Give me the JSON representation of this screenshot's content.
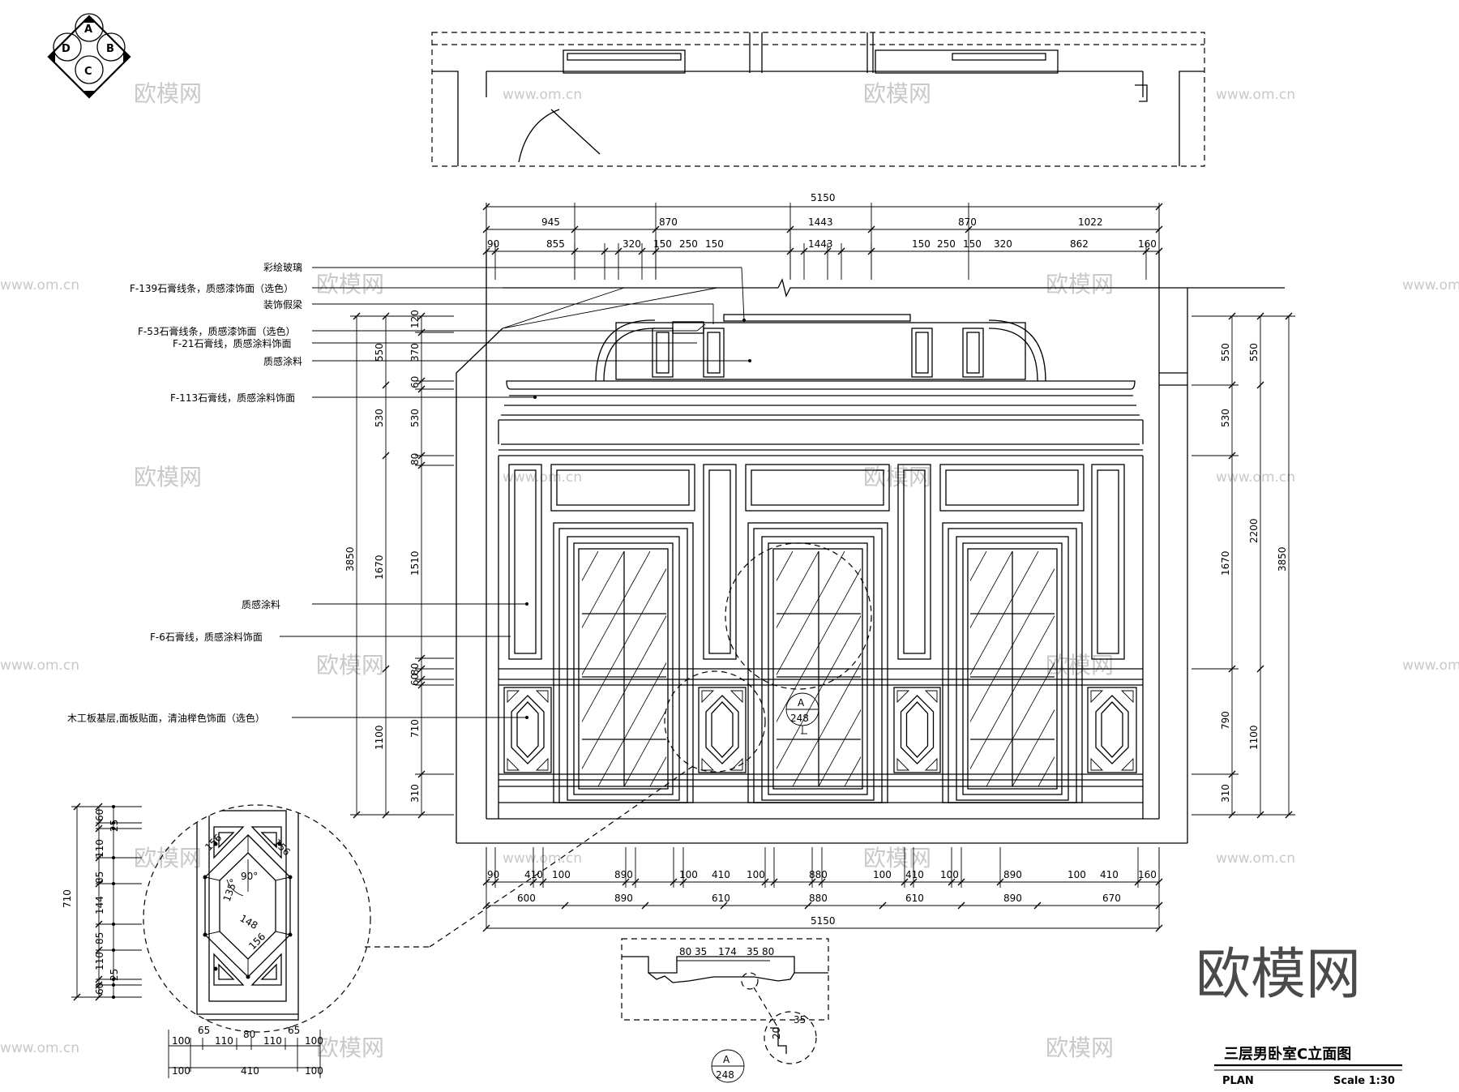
{
  "compass": {
    "a": "A",
    "b": "B",
    "c": "C",
    "d": "D"
  },
  "watermarks": {
    "cn": "欧模网",
    "url": "www.om.cn",
    "url_short": "www.om.cn",
    "logo": "欧模网"
  },
  "callouts": [
    "彩绘玻璃",
    "F-139石膏线条，质感漆饰面（选色）",
    "装饰假梁",
    "F-53石膏线条，质感漆饰面（选色）",
    "F-21石膏线，质感涂料饰面",
    "质感涂料",
    "F-113石膏线，质感涂料饰面",
    "质感涂料",
    "F-6石膏线，质感涂料饰面",
    "木工板基层,面板贴面，清油榉色饰面（选色）"
  ],
  "top_dims": {
    "total": "5150",
    "row1": [
      "945",
      "870",
      "1443",
      "870",
      "1022"
    ],
    "row2": [
      "90",
      "855",
      "320",
      "150",
      "250",
      "150",
      "1443",
      "150",
      "250",
      "150",
      "320",
      "862",
      "160"
    ]
  },
  "bottom_dims": {
    "row1": [
      "90",
      "410",
      "100",
      "890",
      "100",
      "410",
      "100",
      "880",
      "100",
      "410",
      "100",
      "890",
      "100",
      "410",
      "160"
    ],
    "row2": [
      "600",
      "890",
      "610",
      "880",
      "610",
      "890",
      "670"
    ],
    "total": "5150"
  },
  "left_dims": {
    "outer": "3850",
    "mid": [
      "550",
      "530",
      "1670",
      "1100"
    ],
    "inner": [
      "120",
      "370",
      "60",
      "530",
      "80",
      "1510",
      "80",
      "60",
      "710",
      "310"
    ]
  },
  "right_dims": {
    "inner": [
      "550",
      "530",
      "1670",
      "790",
      "310"
    ],
    "mid": [
      "550",
      "2200",
      "1100"
    ],
    "outer": "3850"
  },
  "detail": {
    "left_total": "710",
    "left_parts": [
      "60",
      "25",
      "110",
      "85",
      "144",
      "85",
      "110",
      "25",
      "60"
    ],
    "inner_labels": [
      "156",
      "156",
      "90°",
      "135°",
      "148",
      "156"
    ],
    "bottom_row1": [
      "65",
      "110",
      "80",
      "110",
      "65"
    ],
    "bottom_row1b": [
      "100",
      "100"
    ],
    "bottom_row2": [
      "100",
      "410",
      "100"
    ]
  },
  "plan_detail": {
    "dims": [
      "80",
      "35",
      "174",
      "35",
      "80"
    ],
    "small": [
      "20",
      "35"
    ]
  },
  "section_marks": [
    {
      "letter": "A",
      "num": "248"
    },
    {
      "letter": "A",
      "num": "248"
    }
  ],
  "title": {
    "main": "三层男卧室C立面图",
    "plan": "PLAN",
    "scale": "Scale 1:30"
  }
}
